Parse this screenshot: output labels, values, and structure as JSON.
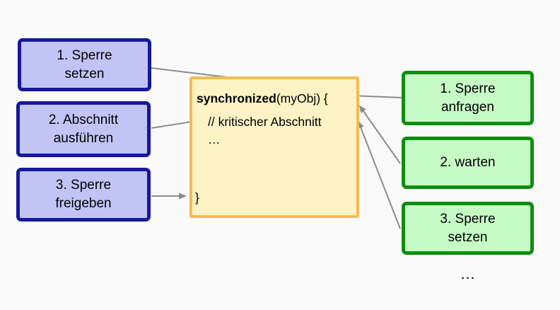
{
  "diagram": {
    "left_steps": [
      {
        "line1": "1. Sperre",
        "line2": "setzen"
      },
      {
        "line1": "2. Abschnitt",
        "line2": "ausführen"
      },
      {
        "line1": "3. Sperre",
        "line2": "freigeben"
      }
    ],
    "right_steps": [
      {
        "line1": "1. Sperre",
        "line2": "anfragen"
      },
      {
        "line1": "2. warten",
        "line2": ""
      },
      {
        "line1": "3. Sperre",
        "line2": "setzen"
      }
    ],
    "code": {
      "keyword": "synchronized",
      "signature": "(myObj) {",
      "comment": "// kritischer Abschnitt",
      "body_ellipsis": "…",
      "closing_brace": "}"
    },
    "more_indicator": "…",
    "colors": {
      "left_fill": "#c2c4f6",
      "left_border": "#17179c",
      "right_fill": "#c6fbc6",
      "right_border": "#0e8d10",
      "code_fill": "#fdf3c5",
      "code_border": "#f2bb56",
      "arrow": "#8c8c8c",
      "background": "#fafafa",
      "text": "#000000"
    }
  }
}
